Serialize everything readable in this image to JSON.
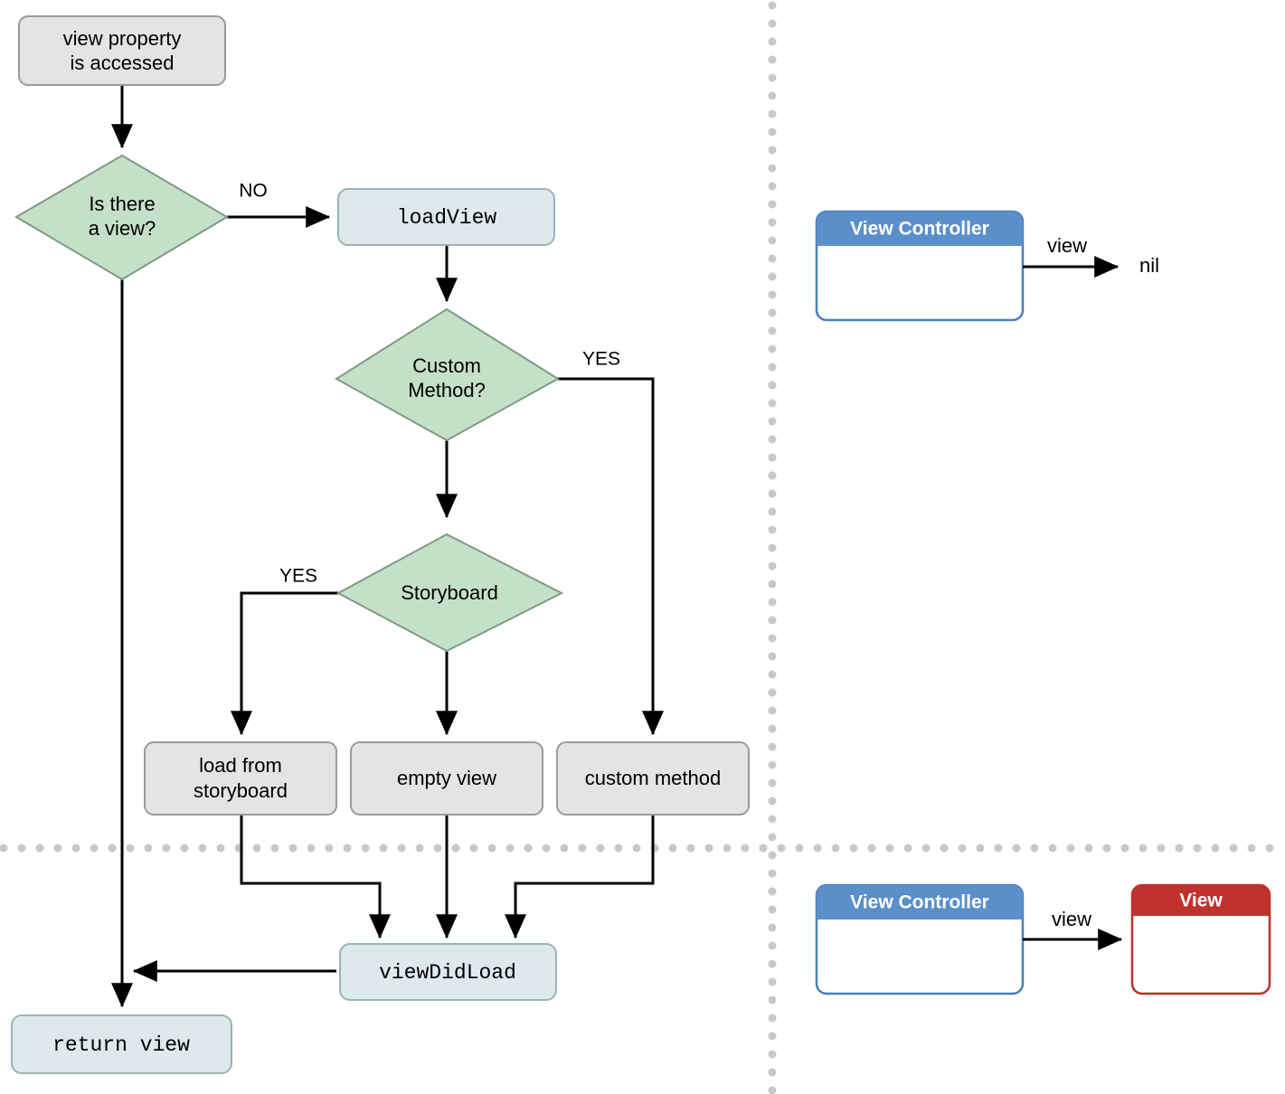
{
  "diagram": {
    "title": "UIViewController view loading flow",
    "colors": {
      "process_fill": "#e4e4e4",
      "process_stroke": "#9a9a9a",
      "code_fill": "#dde9ea",
      "code_stroke": "#9ab3b5",
      "decision_fill": "#c5e0c8",
      "decision_stroke": "#7f9a82",
      "line": "#000000",
      "separator_dot": "#c8c8c8",
      "vc_header": "#5b8fc9",
      "vc_border": "#4a7fbd",
      "view_header": "#c0322c",
      "view_border": "#b9302a",
      "card_body": "#ffffff",
      "header_text": "#ffffff"
    },
    "nodes": {
      "view_property": "view property\nis accessed",
      "view_property_line1": "view property",
      "view_property_line2": "is accessed",
      "is_there_a_view_line1": "Is there",
      "is_there_a_view_line2": "a view?",
      "load_view": "loadView",
      "custom_method_q_line1": "Custom",
      "custom_method_q_line2": "Method?",
      "storyboard_q": "Storyboard",
      "load_from_storyboard_line1": "load from",
      "load_from_storyboard_line2": "storyboard",
      "empty_view": "empty view",
      "custom_method": "custom method",
      "view_did_load": "viewDidLoad",
      "return_view": "return view"
    },
    "edge_labels": {
      "no_from_is_there_view": "NO",
      "yes_from_custom_method": "YES",
      "yes_from_storyboard": "YES"
    }
  },
  "right_panel": {
    "top": {
      "card_title": "View Controller",
      "relation_label": "view",
      "target_label": "nil"
    },
    "bottom": {
      "card_title": "View Controller",
      "relation_label": "view",
      "target_card_title": "View"
    }
  }
}
